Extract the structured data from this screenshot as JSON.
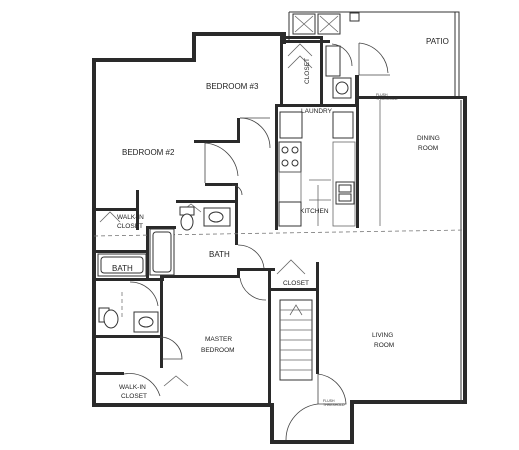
{
  "rooms": {
    "patio": "PATIO",
    "bedroom3": "BEDROOM #3",
    "closet_br3": "CLOSET",
    "laundry": "LAUNDRY",
    "dining": [
      "DINING",
      "ROOM"
    ],
    "bedroom2": "BEDROOM #2",
    "walkin_br2": [
      "WALK-IN",
      "CLOSET"
    ],
    "bath_top": "BATH",
    "bath_left": "BATH",
    "kitchen": "KITCHEN",
    "closet_hall": "CLOSET",
    "living": [
      "LIVING",
      "ROOM"
    ],
    "master": [
      "MASTER",
      "BEDROOM"
    ],
    "walkin_master": [
      "WALK-IN",
      "CLOSET"
    ]
  },
  "notes": {
    "flush_patio": [
      "FLUSH",
      "THRESHOLD"
    ],
    "flush_entry": [
      "FLUSH",
      "THRESHOLD"
    ]
  }
}
